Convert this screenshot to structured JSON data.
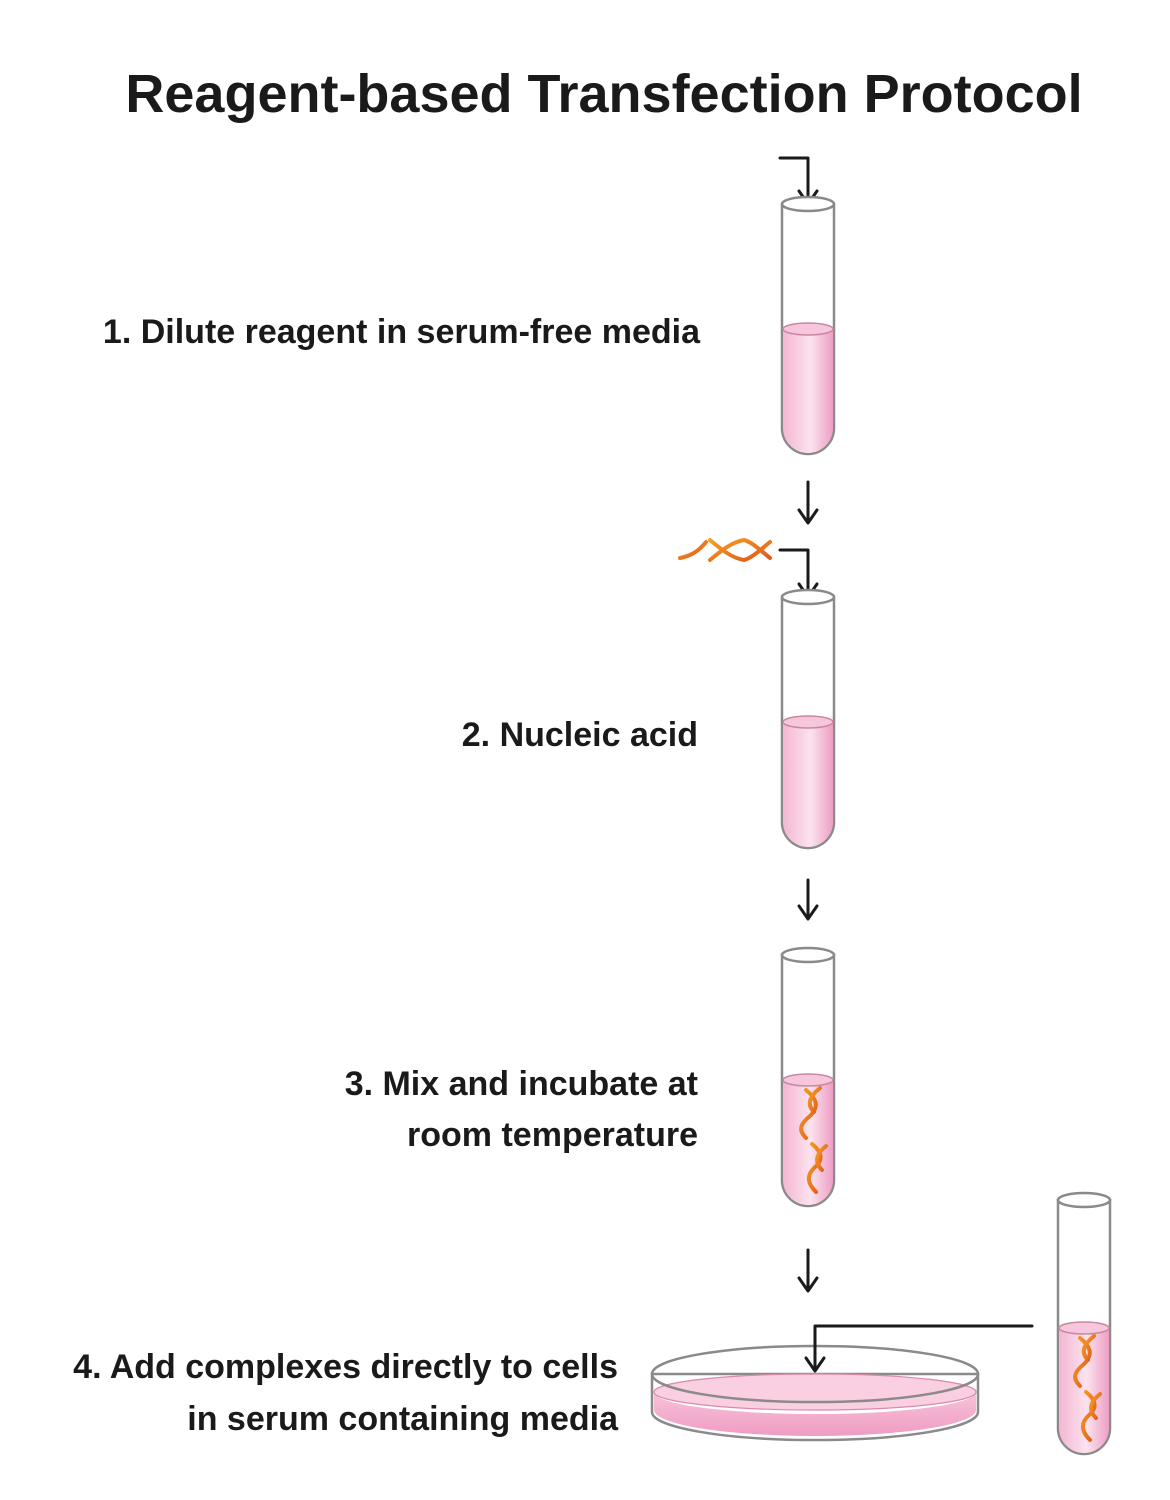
{
  "title": "Reagent-based Transfection Protocol",
  "steps": [
    {
      "lines": [
        "1. Dilute reagent in serum-free media"
      ]
    },
    {
      "lines": [
        "2. Nucleic acid"
      ]
    },
    {
      "lines": [
        "3. Mix and incubate at",
        "room temperature"
      ]
    },
    {
      "lines": [
        "4. Add complexes directly to cells",
        "in serum containing media"
      ]
    }
  ],
  "colors": {
    "liquid": "#f2a9cb",
    "liquid_light": "#fbe0ec",
    "nucleic_acid": "#f08a1c",
    "nucleic_acid_dark": "#e0551b",
    "glass_outline": "#8a8a8a",
    "text": "#1a1a1a"
  },
  "icons": [
    "test-tube-icon",
    "petri-dish-icon",
    "nucleic-acid-icon",
    "arrow-down-icon"
  ]
}
